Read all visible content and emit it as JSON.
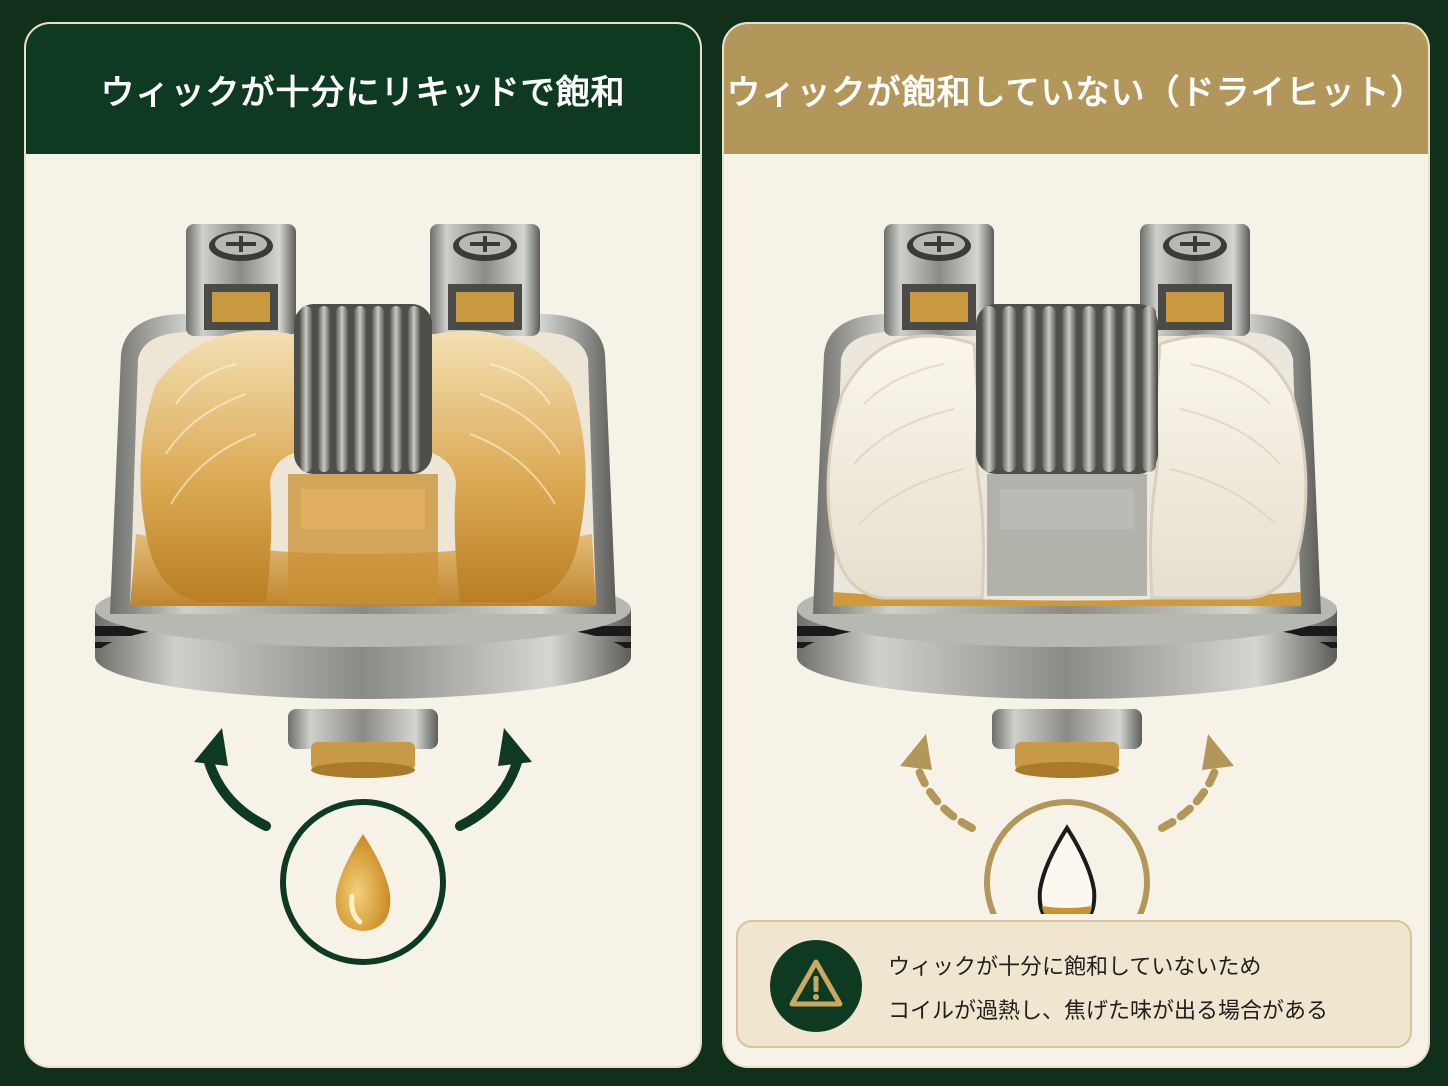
{
  "left_panel": {
    "title": "ウィックが十分にリキッドで飽和",
    "colors": {
      "header": "#0e3a22",
      "liquid": "#d29a35",
      "arrow": "#0e3a22"
    },
    "icons": [
      "liquid-drop-full-icon",
      "spread-arrow-icon"
    ]
  },
  "right_panel": {
    "title": "ウィックが飽和していない（ドライヒット）",
    "colors": {
      "header": "#b3975a",
      "liquid": "#d29a35",
      "arrow": "#b3975a"
    },
    "icons": [
      "liquid-drop-low-icon",
      "dashed-arrow-icon",
      "warning-icon"
    ],
    "warning": {
      "line1": "ウィックが十分に飽和していないため",
      "line2": "コイルが過熱し、焦げた味が出る場合がある"
    }
  }
}
